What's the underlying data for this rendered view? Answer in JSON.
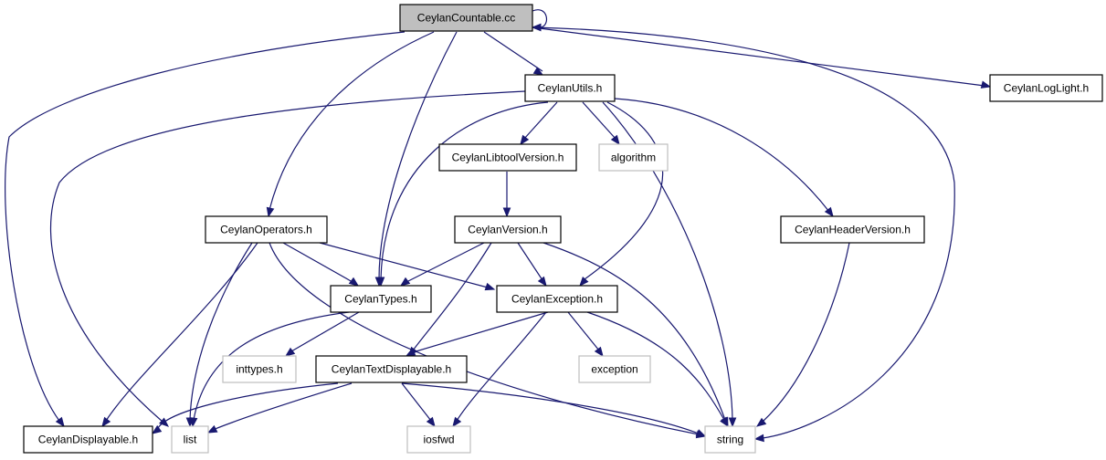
{
  "diagram": {
    "title": "",
    "nodes": [
      {
        "id": "countable",
        "label": "CeylanCountable.cc",
        "kind": "root"
      },
      {
        "id": "utils",
        "label": "CeylanUtils.h",
        "kind": "header"
      },
      {
        "id": "loglight",
        "label": "CeylanLogLight.h",
        "kind": "header"
      },
      {
        "id": "libtool",
        "label": "CeylanLibtoolVersion.h",
        "kind": "header"
      },
      {
        "id": "algorithm",
        "label": "algorithm",
        "kind": "system"
      },
      {
        "id": "operators",
        "label": "CeylanOperators.h",
        "kind": "header"
      },
      {
        "id": "version",
        "label": "CeylanVersion.h",
        "kind": "header"
      },
      {
        "id": "headerversion",
        "label": "CeylanHeaderVersion.h",
        "kind": "header"
      },
      {
        "id": "types",
        "label": "CeylanTypes.h",
        "kind": "header"
      },
      {
        "id": "exception_h",
        "label": "CeylanException.h",
        "kind": "header"
      },
      {
        "id": "inttypes",
        "label": "inttypes.h",
        "kind": "system"
      },
      {
        "id": "textdisplayable",
        "label": "CeylanTextDisplayable.h",
        "kind": "header"
      },
      {
        "id": "exception",
        "label": "exception",
        "kind": "system"
      },
      {
        "id": "displayable",
        "label": "CeylanDisplayable.h",
        "kind": "header"
      },
      {
        "id": "list",
        "label": "list",
        "kind": "system"
      },
      {
        "id": "iosfwd",
        "label": "iosfwd",
        "kind": "system"
      },
      {
        "id": "string",
        "label": "string",
        "kind": "system"
      }
    ],
    "edges": [
      [
        "countable",
        "countable"
      ],
      [
        "countable",
        "utils"
      ],
      [
        "countable",
        "loglight"
      ],
      [
        "countable",
        "operators"
      ],
      [
        "countable",
        "types"
      ],
      [
        "countable",
        "displayable"
      ],
      [
        "countable",
        "string"
      ],
      [
        "utils",
        "libtool"
      ],
      [
        "utils",
        "algorithm"
      ],
      [
        "utils",
        "types"
      ],
      [
        "utils",
        "list"
      ],
      [
        "utils",
        "exception_h"
      ],
      [
        "utils",
        "string"
      ],
      [
        "utils",
        "headerversion"
      ],
      [
        "libtool",
        "version"
      ],
      [
        "version",
        "types"
      ],
      [
        "version",
        "exception_h"
      ],
      [
        "version",
        "textdisplayable"
      ],
      [
        "version",
        "string"
      ],
      [
        "headerversion",
        "string"
      ],
      [
        "operators",
        "types"
      ],
      [
        "operators",
        "exception_h"
      ],
      [
        "operators",
        "displayable"
      ],
      [
        "operators",
        "list"
      ],
      [
        "operators",
        "string"
      ],
      [
        "types",
        "inttypes"
      ],
      [
        "types",
        "list"
      ],
      [
        "exception_h",
        "textdisplayable"
      ],
      [
        "exception_h",
        "exception"
      ],
      [
        "exception_h",
        "iosfwd"
      ],
      [
        "exception_h",
        "string"
      ],
      [
        "textdisplayable",
        "displayable"
      ],
      [
        "textdisplayable",
        "list"
      ],
      [
        "textdisplayable",
        "iosfwd"
      ],
      [
        "textdisplayable",
        "string"
      ]
    ],
    "colors": {
      "edge": "#191970",
      "root_fill": "#bfbfbf",
      "node_border": "#000000",
      "system_border": "#bfbfbf",
      "background": "#ffffff"
    }
  }
}
